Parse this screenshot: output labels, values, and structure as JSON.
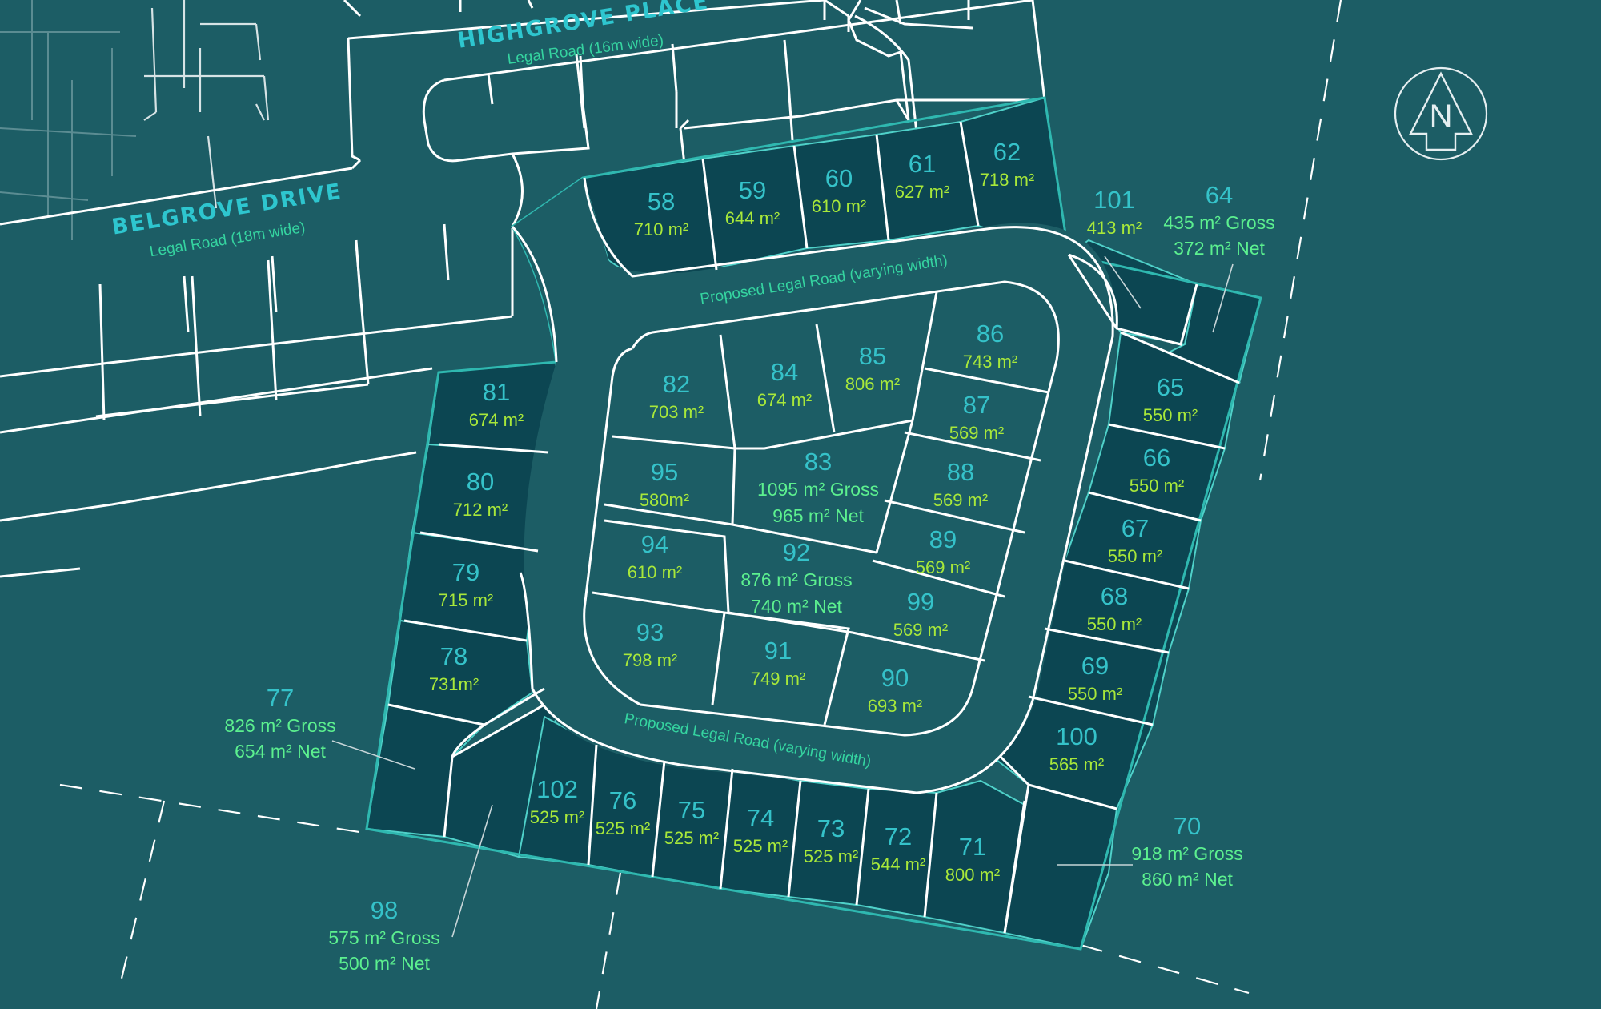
{
  "streets": {
    "highgrove": {
      "name": "HIGHGROVE PLACE",
      "desc": "Legal Road (16m wide)"
    },
    "belgrove": {
      "name": "BELGROVE DRIVE",
      "desc": "Legal Road (18m wide)"
    },
    "proposed_north": "Proposed Legal Road (varying width)",
    "proposed_south": "Proposed Legal Road (varying width)"
  },
  "compass": {
    "label": "N"
  },
  "lots": [
    {
      "id": "58",
      "area": "710 m²"
    },
    {
      "id": "59",
      "area": "644 m²"
    },
    {
      "id": "60",
      "area": "610 m²"
    },
    {
      "id": "61",
      "area": "627 m²"
    },
    {
      "id": "62",
      "area": "718 m²"
    },
    {
      "id": "101",
      "area": "413 m²"
    },
    {
      "id": "64",
      "gross": "435 m² Gross",
      "net": "372 m² Net"
    },
    {
      "id": "86",
      "area": "743 m²"
    },
    {
      "id": "85",
      "area": "806 m²"
    },
    {
      "id": "84",
      "area": "674 m²"
    },
    {
      "id": "82",
      "area": "703 m²"
    },
    {
      "id": "81",
      "area": "674 m²"
    },
    {
      "id": "87",
      "area": "569 m²"
    },
    {
      "id": "83",
      "gross": "1095 m² Gross",
      "net": "965 m² Net"
    },
    {
      "id": "95",
      "area": "580m²"
    },
    {
      "id": "88",
      "area": "569 m²"
    },
    {
      "id": "80",
      "area": "712 m²"
    },
    {
      "id": "89",
      "area": "569 m²"
    },
    {
      "id": "94",
      "area": "610 m²"
    },
    {
      "id": "92",
      "gross": "876 m² Gross",
      "net": "740 m² Net"
    },
    {
      "id": "79",
      "area": "715 m²"
    },
    {
      "id": "99",
      "area": "569 m²"
    },
    {
      "id": "93",
      "area": "798 m²"
    },
    {
      "id": "91",
      "area": "749 m²"
    },
    {
      "id": "90",
      "area": "693 m²"
    },
    {
      "id": "78",
      "area": "731m²"
    },
    {
      "id": "77",
      "gross": "826 m² Gross",
      "net": "654 m² Net"
    },
    {
      "id": "65",
      "area": "550 m²"
    },
    {
      "id": "66",
      "area": "550 m²"
    },
    {
      "id": "67",
      "area": "550 m²"
    },
    {
      "id": "68",
      "area": "550 m²"
    },
    {
      "id": "69",
      "area": "550 m²"
    },
    {
      "id": "100",
      "area": "565 m²"
    },
    {
      "id": "70",
      "gross": "918 m² Gross",
      "net": "860 m² Net"
    },
    {
      "id": "102",
      "area": "525 m²"
    },
    {
      "id": "76",
      "area": "525 m²"
    },
    {
      "id": "75",
      "area": "525 m²"
    },
    {
      "id": "74",
      "area": "525 m²"
    },
    {
      "id": "73",
      "area": "525 m²"
    },
    {
      "id": "72",
      "area": "544 m²"
    },
    {
      "id": "71",
      "area": "800 m²"
    },
    {
      "id": "98",
      "gross": "575 m² Gross",
      "net": "500 m² Net"
    }
  ]
}
